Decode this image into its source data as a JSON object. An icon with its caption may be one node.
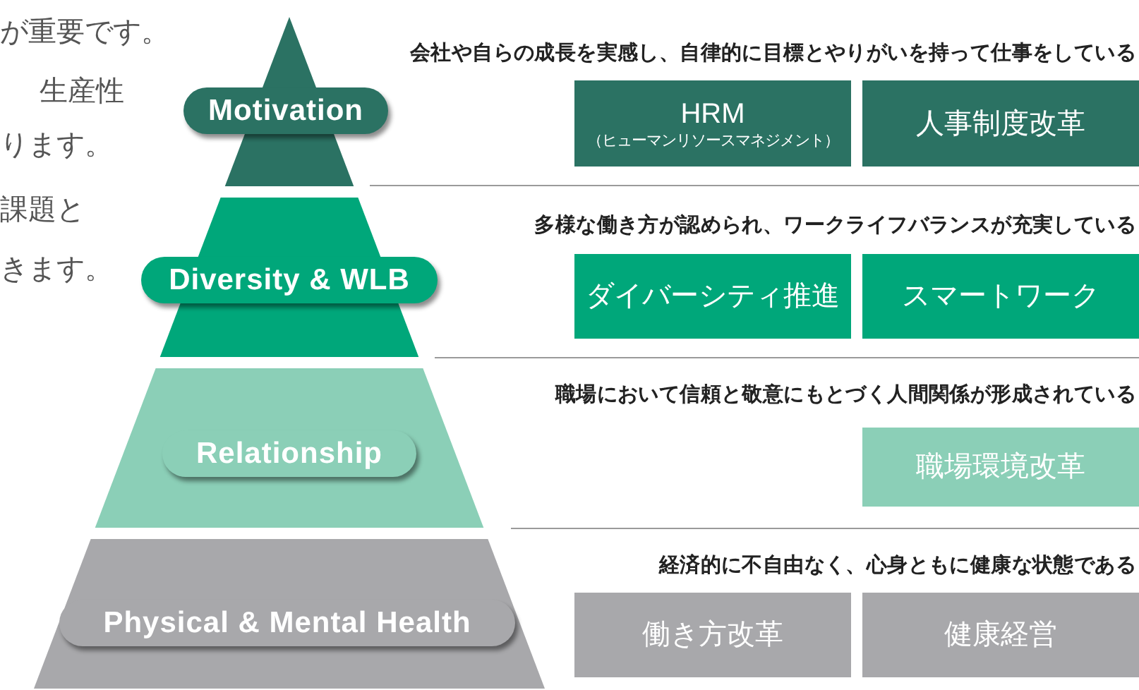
{
  "diagram": {
    "nodes": [
      {
        "text": [
          "Motivation"
        ]
      },
      {
        "text": [
          "HRM",
          "（ヒューマンリソースマネジメント）"
        ]
      },
      {
        "text": [
          "人事制度改革"
        ]
      },
      {
        "text": [
          "Diversity & WLB"
        ]
      },
      {
        "text": [
          "ダイバーシティ推進"
        ]
      },
      {
        "text": [
          "スマートワーク"
        ]
      },
      {
        "text": [
          "Relationship"
        ]
      },
      {
        "text": [
          "職場環境改革"
        ]
      },
      {
        "text": [
          "Physical & Mental Health"
        ]
      },
      {
        "text": [
          "働き方改革"
        ]
      },
      {
        "text": [
          "健康経営"
        ]
      }
    ],
    "labels": [
      "が重要です。",
      "生産性",
      "ります。",
      "課題と",
      "きます。",
      "会社や自らの成長を実感し、自律的に目標とやりがいを持って仕事をしている",
      "多様な働き方が認められ、ワークライフバランスが充実している",
      "職場において信頼と敬意にもとづく人間関係が形成されている",
      "経済的に不自由なく、心身ともに健康な状態である"
    ]
  }
}
